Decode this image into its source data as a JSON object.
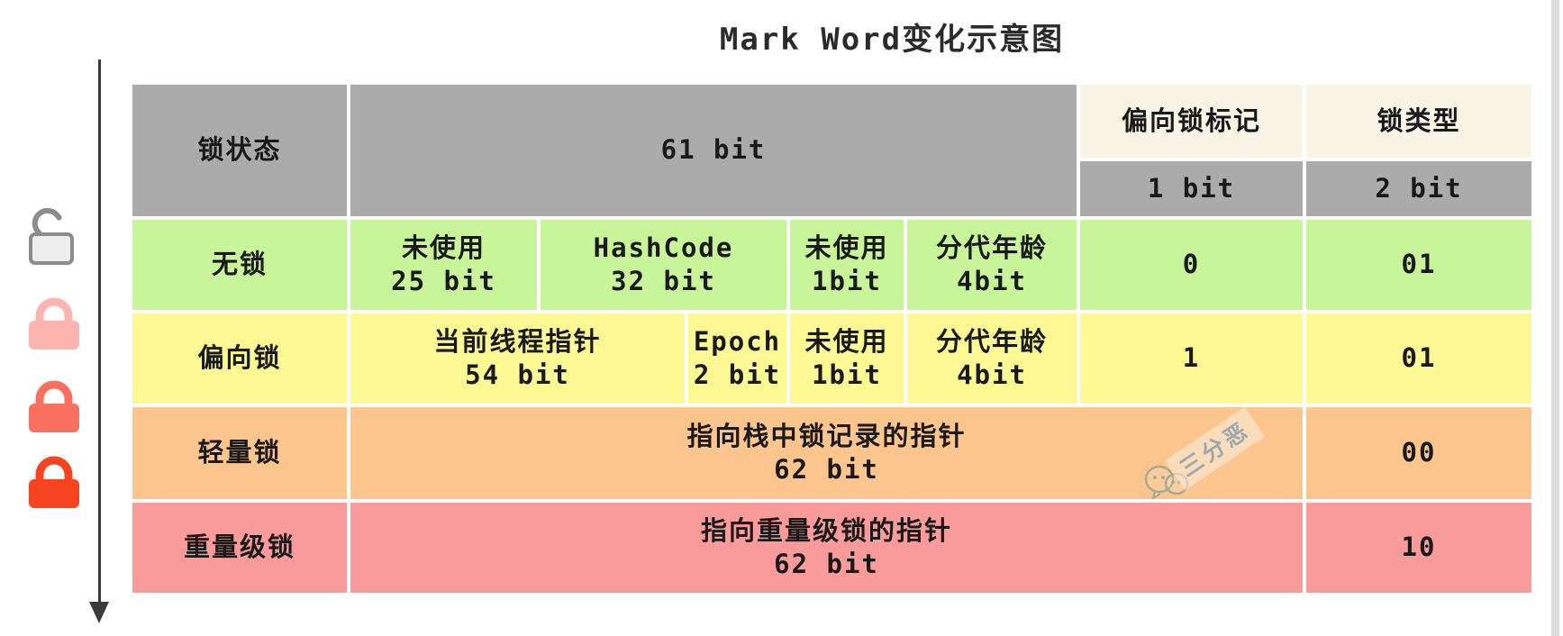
{
  "title": "Mark Word变化示意图",
  "table": {
    "header": {
      "lock_state": "锁状态",
      "bits61": "61 bit",
      "biased_flag": "偏向锁标记",
      "lock_type": "锁类型",
      "bit1": "1 bit",
      "bit2": "2 bit"
    },
    "rows": {
      "no_lock": {
        "state": "无锁",
        "unused25_l1": "未使用",
        "unused25_l2": "25 bit",
        "hashcode_l1": "HashCode",
        "hashcode_l2": "32 bit",
        "unused1_l1": "未使用",
        "unused1_l2": "1bit",
        "age_l1": "分代年龄",
        "age_l2": "4bit",
        "flag": "0",
        "type": "01"
      },
      "biased": {
        "state": "偏向锁",
        "thread_l1": "当前线程指针",
        "thread_l2": "54 bit",
        "epoch_l1": "Epoch",
        "epoch_l2": "2 bit",
        "unused1_l1": "未使用",
        "unused1_l2": "1bit",
        "age_l1": "分代年龄",
        "age_l2": "4bit",
        "flag": "1",
        "type": "01"
      },
      "lightweight": {
        "state": "轻量锁",
        "pointer_l1": "指向栈中锁记录的指针",
        "pointer_l2": "62 bit",
        "type": "00"
      },
      "heavyweight": {
        "state": "重量级锁",
        "pointer_l1": "指向重量级锁的指针",
        "pointer_l2": "62 bit",
        "type": "10"
      }
    }
  },
  "watermark": {
    "text": "三分恶"
  },
  "icons": {
    "unlocked": "unlocked-padlock-icon",
    "locked_pink": "locked-padlock-icon-pink",
    "locked_salmon": "locked-padlock-icon-salmon",
    "locked_red": "locked-padlock-icon-red",
    "arrow": "down-arrow-icon",
    "watermark_icon": "chat-bubbles-icon"
  },
  "colors": {
    "header_gray": "#ababab",
    "header_cream": "#f8f4e6",
    "row_no_lock": "#c9f59a",
    "row_biased": "#fcf894",
    "row_lightweight": "#fbc58d",
    "row_heavyweight": "#f99b9b",
    "lock_unlocked": "#ededed",
    "lock_pink": "#fbb4ae",
    "lock_salmon": "#f9705f",
    "lock_red": "#f64420",
    "watermark_text": "#8da2b4"
  }
}
